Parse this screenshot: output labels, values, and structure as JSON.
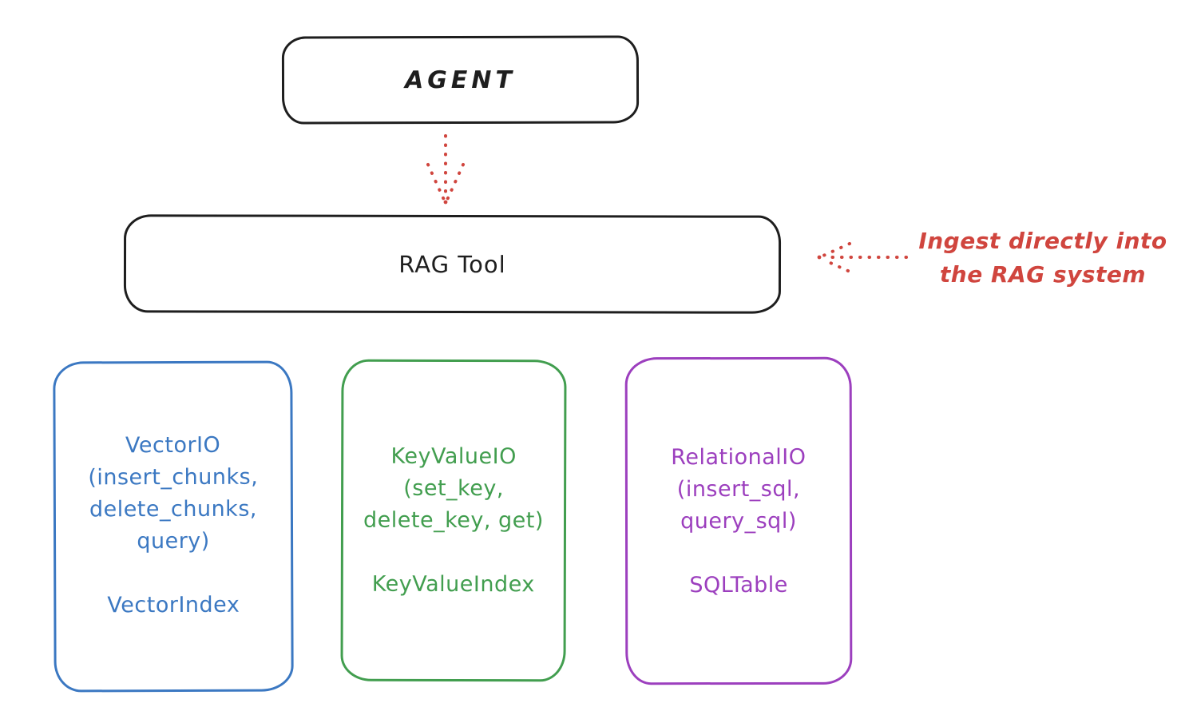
{
  "agent": {
    "label": "AGENT"
  },
  "rag_tool": {
    "label": "RAG Tool"
  },
  "annotation": {
    "line1": "Ingest directly into",
    "line2": "the RAG system"
  },
  "io_boxes": [
    {
      "name": "VectorIO",
      "lines": [
        "VectorIO",
        "(insert_chunks,",
        "delete_chunks,",
        "query)"
      ],
      "footer": "VectorIndex",
      "color": "#3b78c2"
    },
    {
      "name": "KeyValueIO",
      "lines": [
        "KeyValueIO",
        "(set_key,",
        "delete_key, get)"
      ],
      "footer": "KeyValueIndex",
      "color": "#429e4f"
    },
    {
      "name": "RelationalIO",
      "lines": [
        "RelationalIO",
        "(insert_sql,",
        "query_sql)"
      ],
      "footer": "SQLTable",
      "color": "#9c3fbe"
    }
  ],
  "colors": {
    "ink": "#1e1e1e",
    "arrow_red": "#d0453e",
    "background": "#ffffff"
  }
}
